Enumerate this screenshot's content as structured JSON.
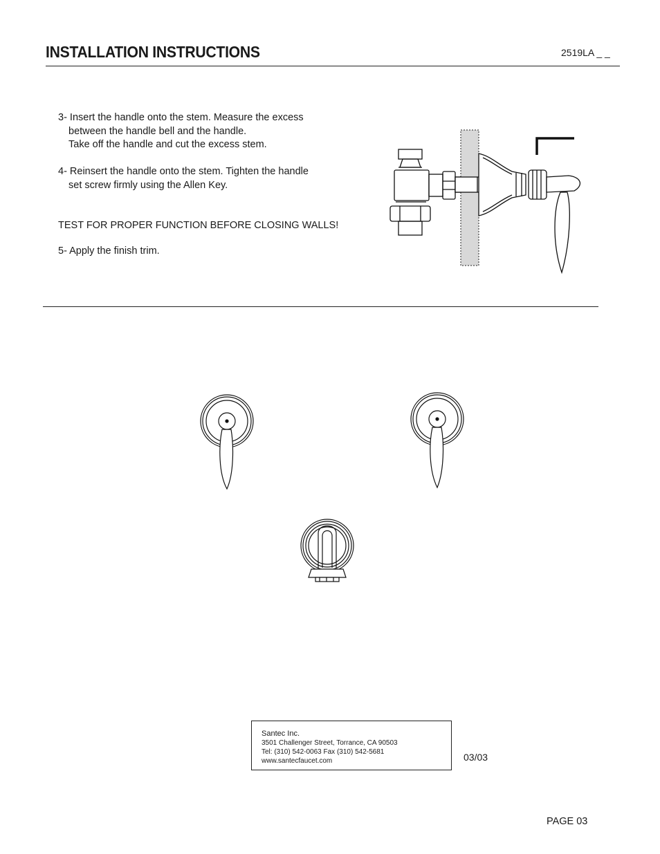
{
  "header": {
    "title": "INSTALLATION INSTRUCTIONS",
    "model": "2519LA _ _"
  },
  "steps": {
    "step3": {
      "line1": "3- Insert the handle onto the stem. Measure the excess",
      "line2": "between the handle bell and the handle.",
      "line3": "Take off the handle and cut the excess stem."
    },
    "step4": {
      "line1": "4- Reinsert the handle onto the stem. Tighten the handle",
      "line2": "set screw firmly using the Allen Key."
    },
    "test_notice": "TEST FOR PROPER FUNCTION BEFORE CLOSING WALLS!",
    "step5": "5- Apply the finish trim."
  },
  "contact": {
    "company": "Santec Inc.",
    "address": "3501 Challenger Street, Torrance, CA 90503",
    "phone_fax": "Tel: (310) 542-0063  Fax (310) 542-5681",
    "website": "www.santecfaucet.com"
  },
  "footer": {
    "date": "03/03",
    "page": "PAGE  03"
  },
  "icons": {
    "diagram": "valve-handle-installation-diagram",
    "trim_left": "lever-handle-trim-icon",
    "trim_right": "lever-handle-trim-icon",
    "spout": "tub-spout-icon"
  }
}
